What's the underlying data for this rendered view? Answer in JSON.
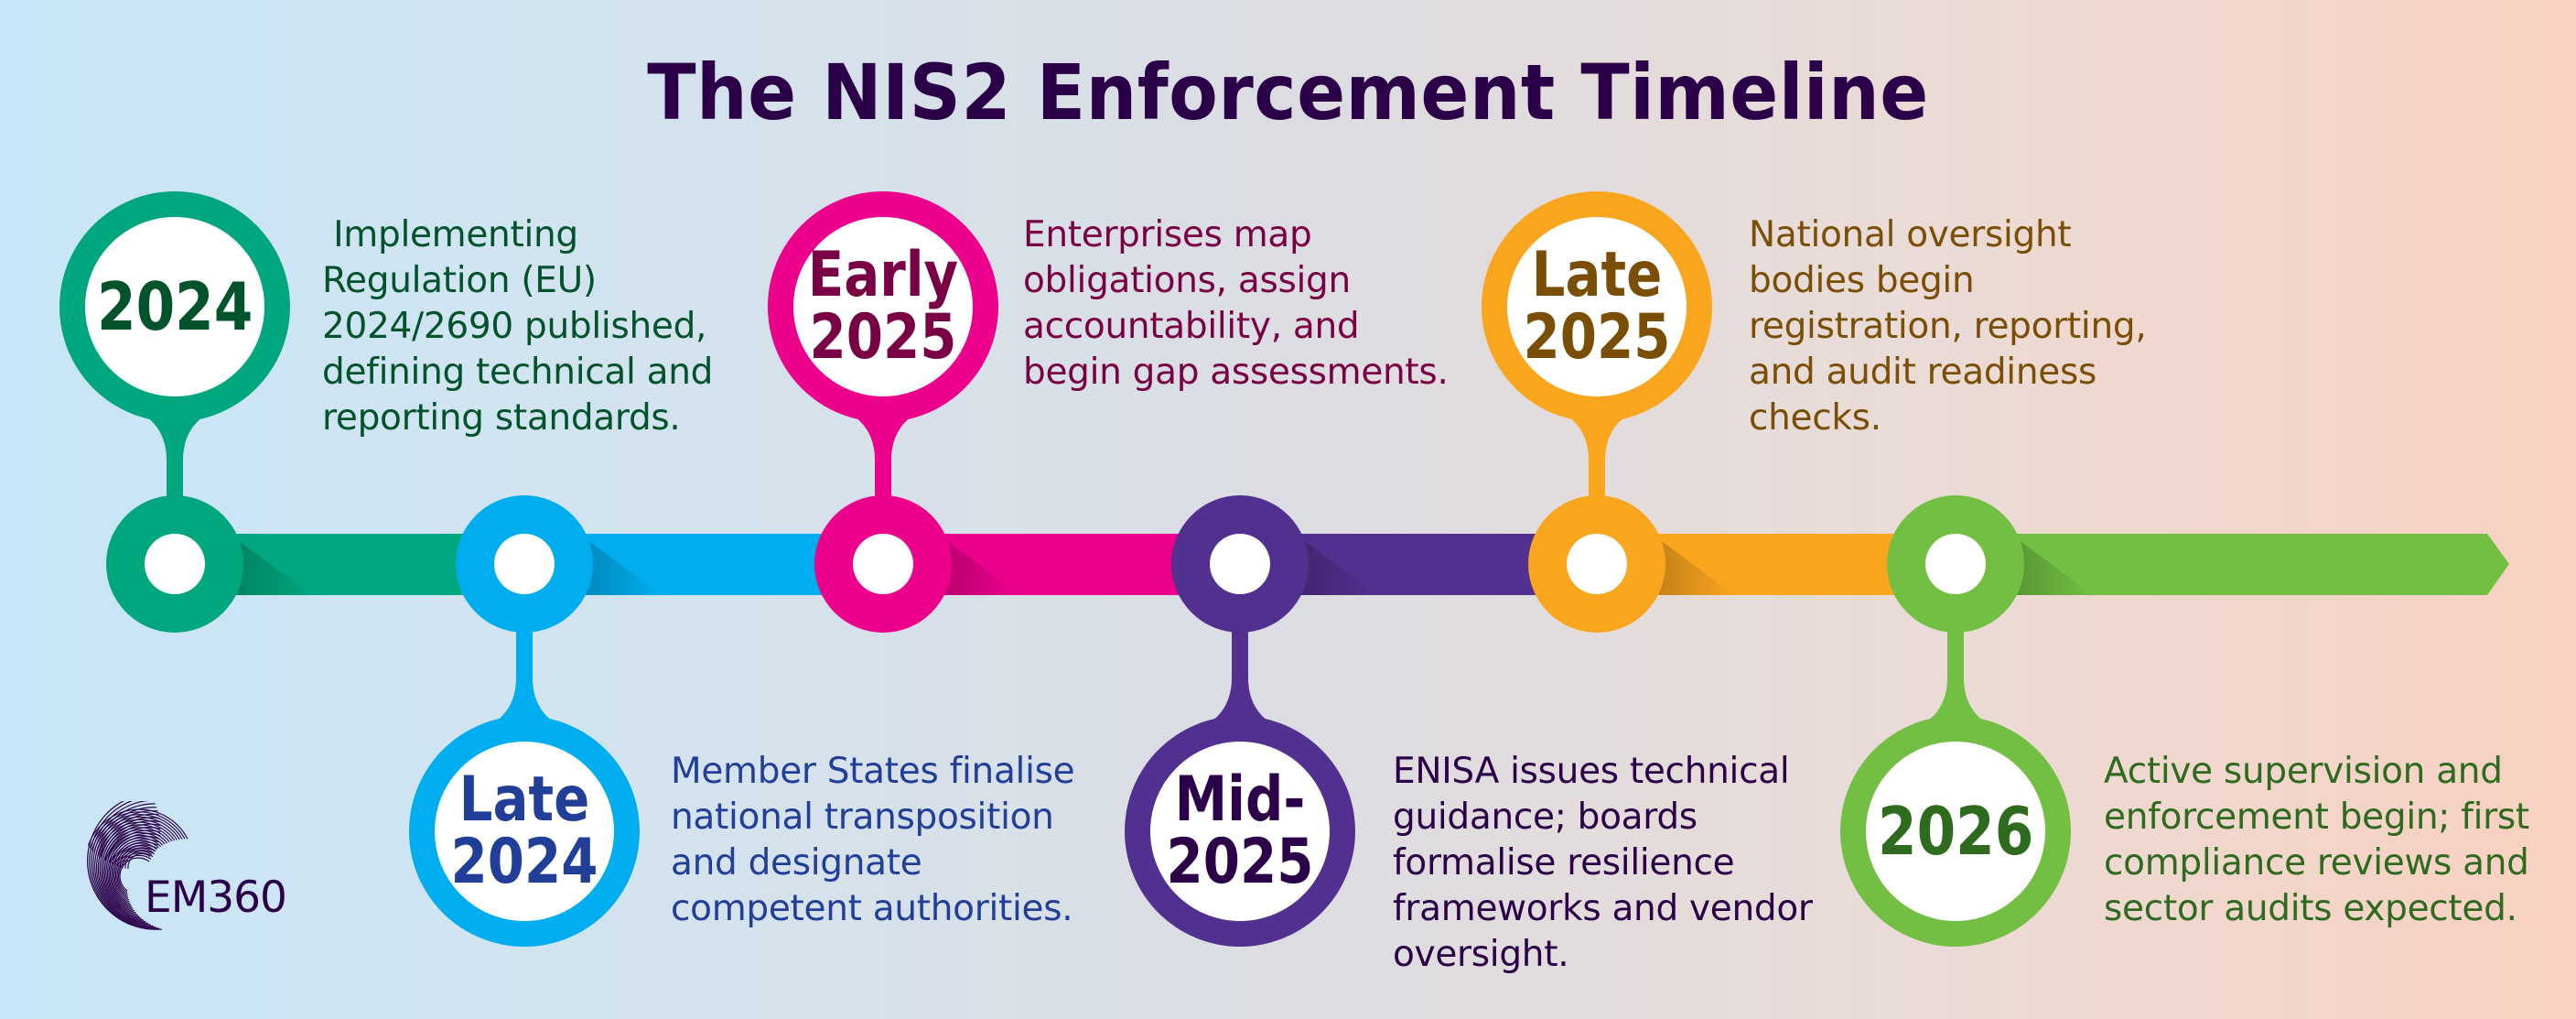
{
  "title": "The NIS2 Enforcement Timeline",
  "colors": {
    "background_left": "#C8E6F7",
    "background_right": "#F9D1C1",
    "title": "#2B0048"
  },
  "timeline": {
    "direction": "left-to-right",
    "end": "arrow",
    "milestones": [
      {
        "label_line1": "2024",
        "label_line2": "",
        "position": "top",
        "color": "#00A67E",
        "text_color": "#00532A",
        "description": " Implementing\nRegulation (EU)\n2024/2690 published,\ndefining technical and\nreporting standards."
      },
      {
        "label_line1": "Late",
        "label_line2": "2024",
        "position": "bottom",
        "color": "#00AEEF",
        "text_color": "#213F99",
        "description": "Member States finalise\nnational transposition\nand designate\ncompetent authorities."
      },
      {
        "label_line1": "Early",
        "label_line2": "2025",
        "position": "top",
        "color": "#EC008C",
        "text_color": "#7A0045",
        "description": "Enterprises map\nobligations, assign\naccountability, and\nbegin gap assessments."
      },
      {
        "label_line1": "Mid-",
        "label_line2": "2025",
        "position": "bottom",
        "color": "#52308F",
        "text_color": "#2B0048",
        "description": "ENISA issues technical\nguidance; boards\nformalise resilience\nframeworks and vendor\noversight."
      },
      {
        "label_line1": "Late",
        "label_line2": "2025",
        "position": "top",
        "color": "#F9A51E",
        "text_color": "#7A4F05",
        "description": "National oversight\nbodies begin\nregistration, reporting,\nand audit readiness\nchecks."
      },
      {
        "label_line1": "2026",
        "label_line2": "",
        "position": "bottom",
        "color": "#72BF44",
        "text_color": "#2F6B1E",
        "description": "Active supervision and\nenforcement begin; first\ncompliance reviews and\nsector audits expected."
      }
    ]
  },
  "logo": {
    "icon": "em360-swirl-icon",
    "text": "EM360"
  }
}
